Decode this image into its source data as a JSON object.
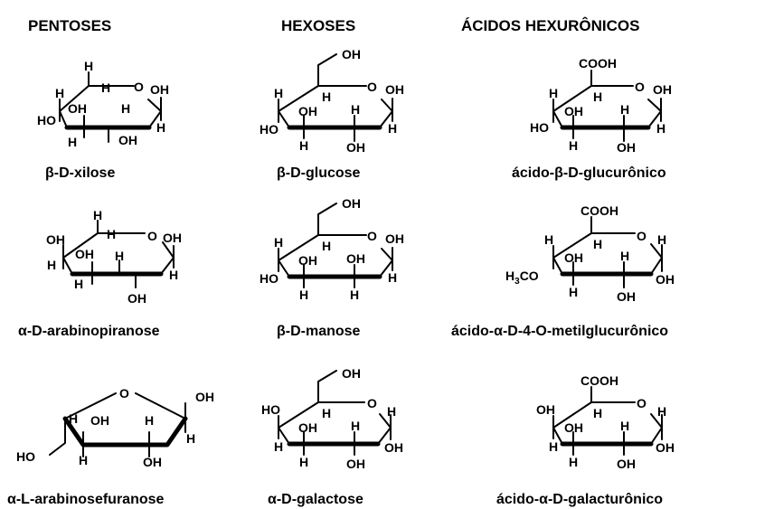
{
  "headers": {
    "pentoses": "PENTOSES",
    "hexoses": "HEXOSES",
    "acids": "ÁCIDOS HEXURÔNICOS"
  },
  "atoms": {
    "h": "H",
    "oh": "OH",
    "o": "O",
    "ho": "HO",
    "cooh": "COOH",
    "h3c_h": "H",
    "h3c_sub": "3",
    "h3c_co": "CO"
  },
  "molecules": {
    "xylose": {
      "name": "β-D-xilose",
      "ring": "pyranose"
    },
    "arabinopyr": {
      "name": "α-D-arabinopiranose",
      "ring": "pyranose"
    },
    "arabinofur": {
      "name": "α-L-arabinosefuranose",
      "ring": "furanose"
    },
    "glucose": {
      "name": "β-D-glucose",
      "ring": "pyranose"
    },
    "mannose": {
      "name": "β-D-manose",
      "ring": "pyranose"
    },
    "galactose": {
      "name": "α-D-galactose",
      "ring": "pyranose"
    },
    "glucuronic": {
      "name": "ácido-β-D-glucurônico",
      "ring": "pyranose"
    },
    "methylgluc": {
      "name": "ácido-α-D-4-O-metilglucurônico",
      "ring": "pyranose"
    },
    "galacturonic": {
      "name": "ácido-α-D-galacturônico",
      "ring": "pyranose"
    }
  }
}
